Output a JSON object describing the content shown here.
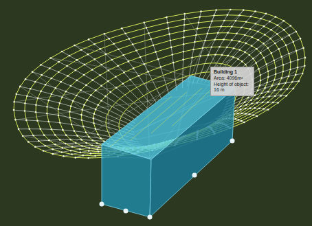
{
  "diagram": {
    "nodes": [
      {
        "text": [
          "Building 1",
          "Area: 4096m²",
          "Height of object: 16 m"
        ]
      }
    ]
  }
}
